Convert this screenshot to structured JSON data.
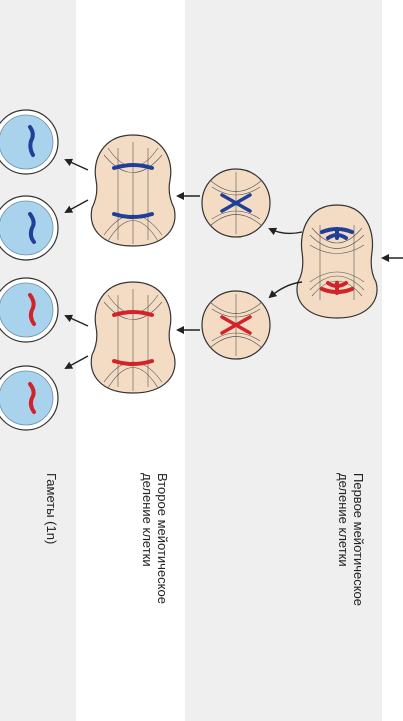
{
  "labels": {
    "meiosis1_line1": "Первое мейотическое",
    "meiosis1_line2": "деление клетки",
    "meiosis2_line1": "Второе мейотическое",
    "meiosis2_line2": "деление клетки",
    "gametes": "Гаметы (1n)"
  },
  "colors": {
    "cell_fill": "#f4dcc4",
    "gamete_fill": "#a9d3ec",
    "chromosome_blue": "#1f3f99",
    "chromosome_red": "#d2232a",
    "band_gray": "#f0efef"
  }
}
